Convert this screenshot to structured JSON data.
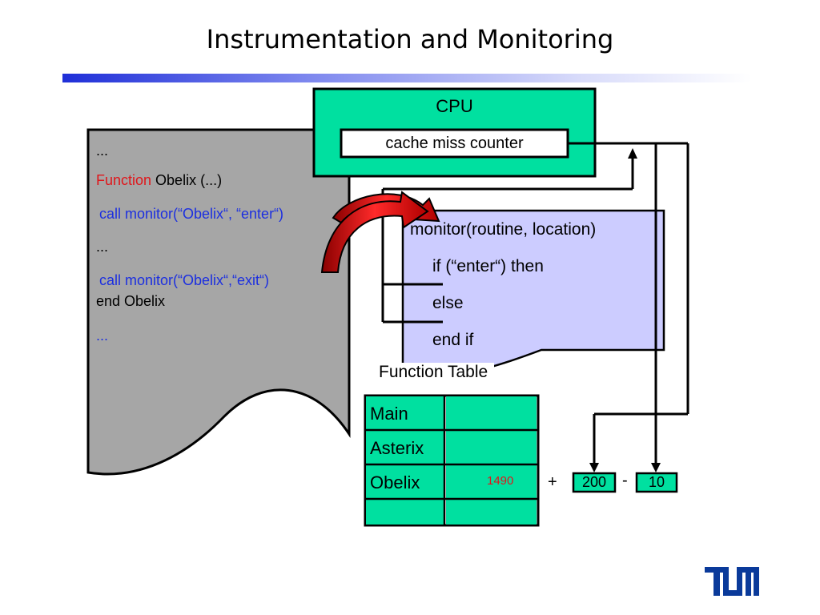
{
  "slide": {
    "title": "Instrumentation and Monitoring"
  },
  "code_listing": {
    "line1": "...",
    "line2_keyword": "Function",
    "line2_rest": " Obelix (...)",
    "line3": "call monitor(“Obelix“, “enter“)",
    "line4": "...",
    "line5": "call monitor(“Obelix“,“exit“)",
    "line6": "end Obelix",
    "line7": "..."
  },
  "cpu": {
    "label": "CPU",
    "counter_label": "cache miss counter"
  },
  "monitor_routine": {
    "line1": "monitor(routine, location)",
    "line2": "if (“enter“) then",
    "line3": "else",
    "line4": "end if"
  },
  "function_table": {
    "label": "Function Table",
    "rows": [
      "Main",
      "Asterix",
      "Obelix",
      ""
    ],
    "obelix_value": "1490"
  },
  "computation": {
    "plus": "+",
    "value_a": "200",
    "minus": "-",
    "value_b": "10"
  },
  "logo": {
    "name": "tum-logo"
  },
  "colors": {
    "code_page": "#a6a6a6",
    "cpu_box": "#00e0a0",
    "monitor_page": "#ccccff",
    "table_cell": "#00e0a0",
    "call_text": "#1c2fe0",
    "keyword_text": "#e0161b",
    "arrow_fill": "#e0161b",
    "title_bar": "#1f2fd8"
  }
}
